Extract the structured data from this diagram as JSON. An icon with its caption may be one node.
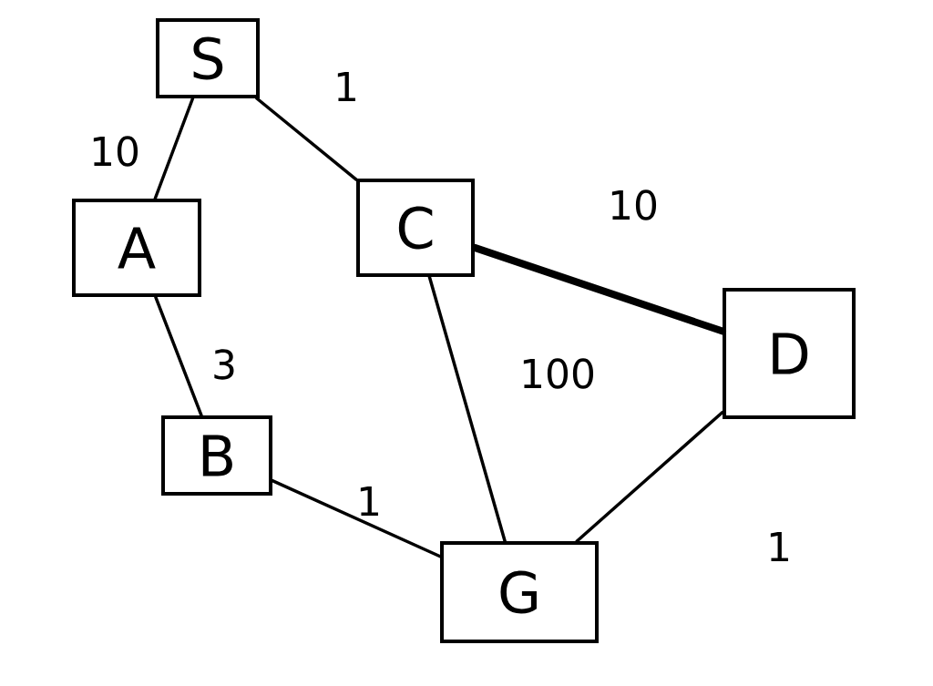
{
  "diagram": {
    "nodes": [
      {
        "text": [
          "S"
        ]
      },
      {
        "text": [
          "A"
        ]
      },
      {
        "text": [
          "C"
        ]
      },
      {
        "text": [
          "B"
        ]
      },
      {
        "text": [
          "D"
        ]
      },
      {
        "text": [
          "G"
        ]
      }
    ],
    "edges": [
      {
        "from": 0,
        "to": 1,
        "arrow": "none",
        "label": "10"
      },
      {
        "from": 0,
        "to": 2,
        "arrow": "none",
        "label": "1"
      },
      {
        "from": 2,
        "to": 4,
        "arrow": "none",
        "label": "10",
        "style": "thick"
      },
      {
        "from": 1,
        "to": 3,
        "arrow": "none",
        "label": "3"
      },
      {
        "from": 2,
        "to": 5,
        "arrow": "none",
        "label": "100"
      },
      {
        "from": 3,
        "to": 5,
        "arrow": "none",
        "label": "1"
      },
      {
        "from": 4,
        "to": 5,
        "arrow": "none",
        "label": "1"
      }
    ]
  }
}
